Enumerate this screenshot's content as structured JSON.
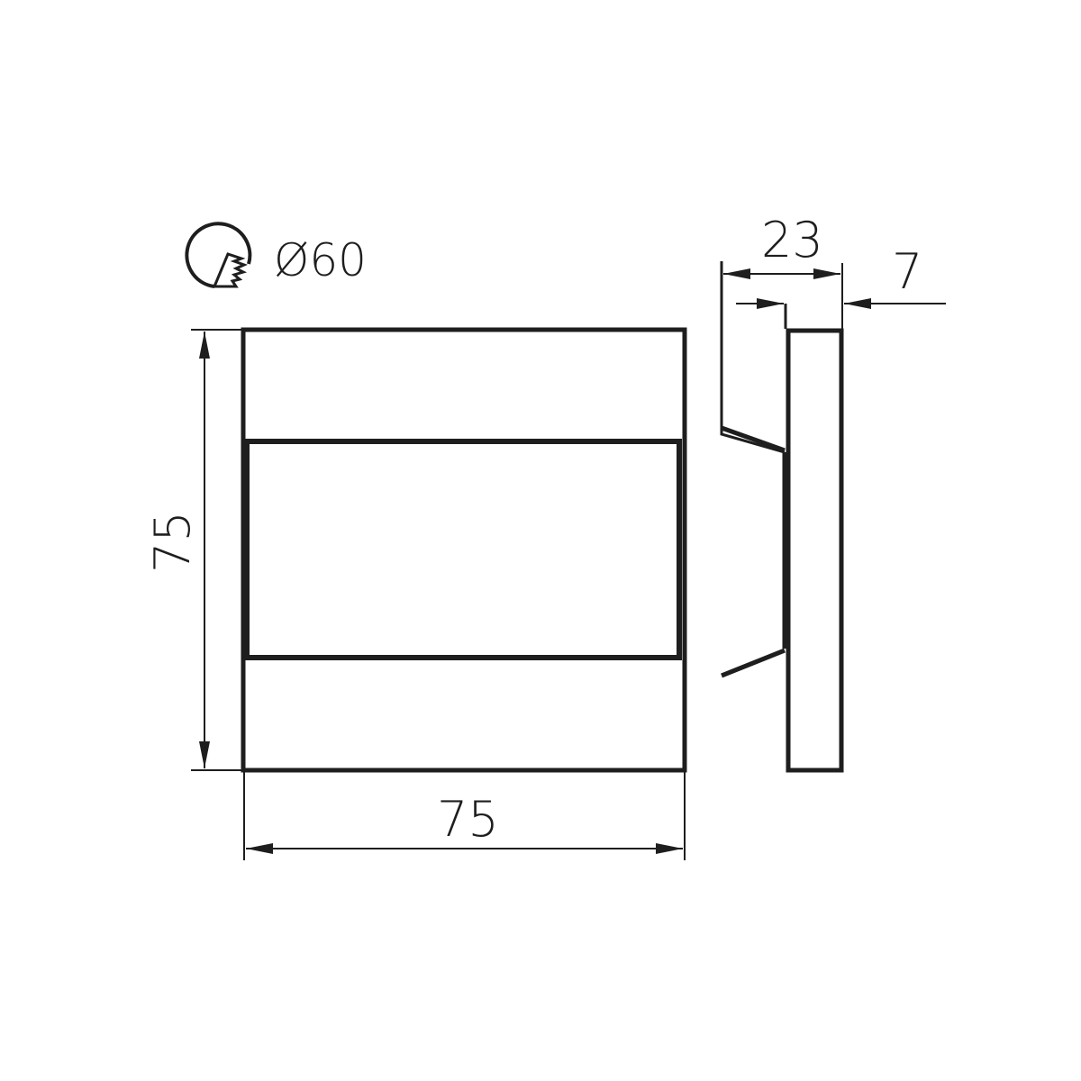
{
  "drawing": {
    "background": "#ffffff",
    "line_color": "#1e1e1e",
    "cutout": {
      "icon": "cutout-hole-icon",
      "label": "Ø60"
    },
    "front_view": {
      "width_label": "75",
      "height_label": "75"
    },
    "side_view": {
      "depth_label": "23",
      "face_thickness_label": "7"
    }
  }
}
